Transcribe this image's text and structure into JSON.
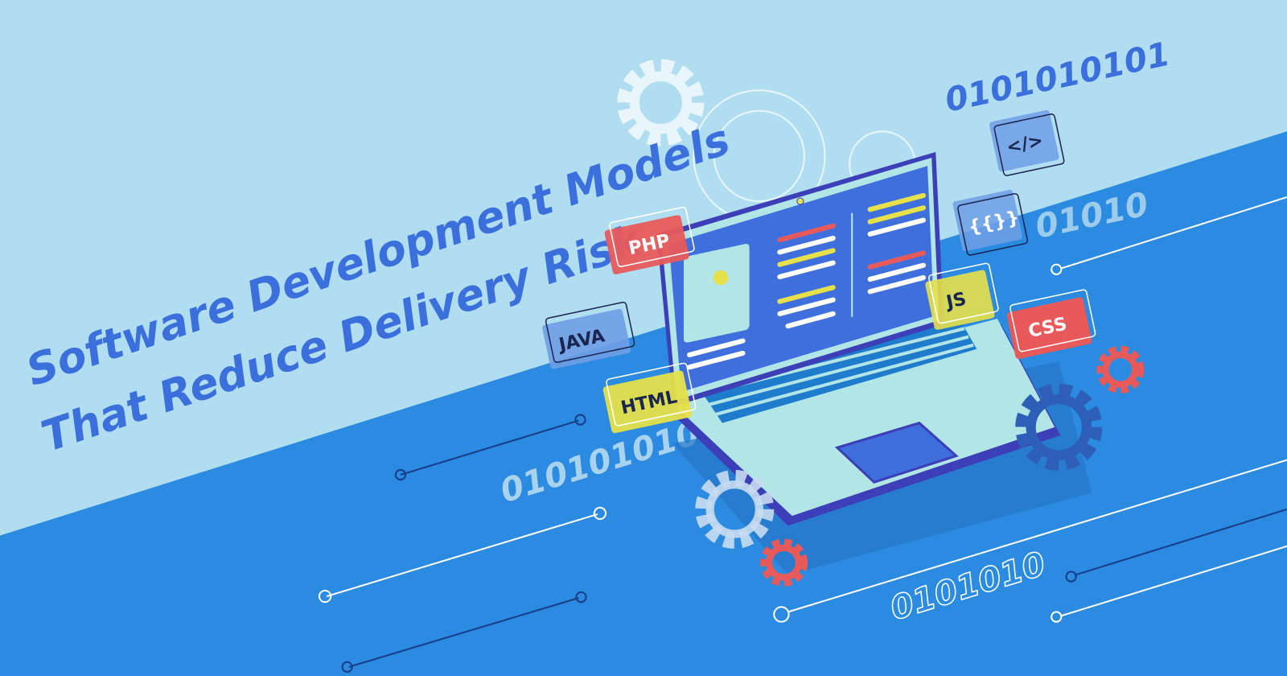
{
  "headline": {
    "line1": "Software Development Models",
    "line2": "That Reduce Delivery Risk"
  },
  "binary_strings": [
    "0101010101",
    "01010",
    "010101010",
    "0101010"
  ],
  "code_tags": {
    "php": "PHP",
    "java": "JAVA",
    "html": "HTML",
    "js": "JS",
    "css": "CSS",
    "markup": "</>",
    "braces": "{{}}"
  },
  "colors": {
    "sky": "#b0def0",
    "band": "#2a8be0",
    "title": "#3b6fdc",
    "laptop_frame": "#3c3fb8",
    "screen": "#3f6fdc",
    "laptop_body": "#b2e6e6",
    "red": "#e85a5a",
    "yellow": "#e6e04a"
  }
}
